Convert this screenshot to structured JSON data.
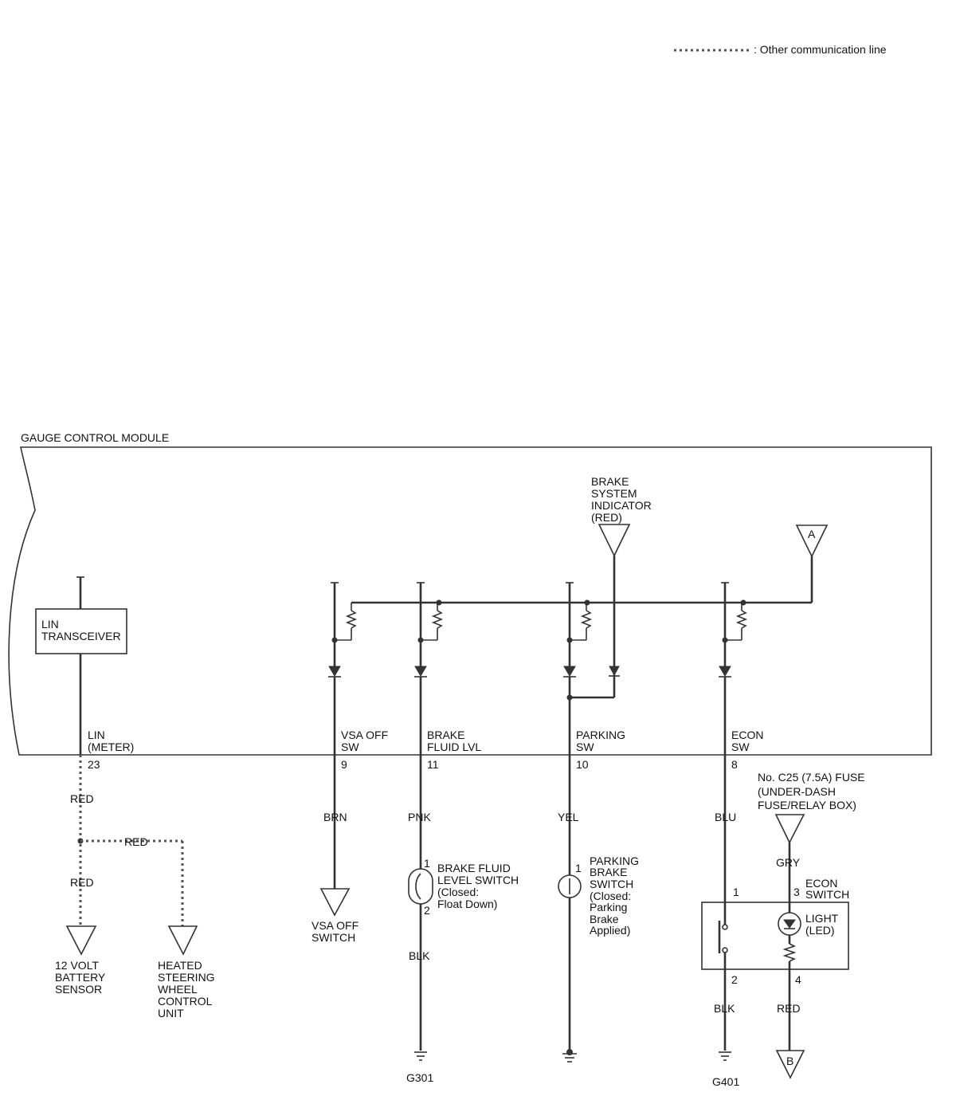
{
  "legend": {
    "label": ": Other communication line"
  },
  "module": {
    "title": "GAUGE CONTROL MODULE",
    "lin_transceiver": [
      "LIN",
      "TRANSCEIVER"
    ],
    "brake_system_indicator": [
      "BRAKE",
      "SYSTEM",
      "INDICATOR",
      "(RED)"
    ],
    "connector_a": "A"
  },
  "pins": [
    {
      "label": [
        "LIN",
        "(METER)"
      ],
      "number": "23",
      "wire": "RED"
    },
    {
      "label": [
        "VSA OFF",
        "SW"
      ],
      "number": "9",
      "wire": "BRN"
    },
    {
      "label": [
        "BRAKE",
        "FLUID LVL"
      ],
      "number": "11",
      "wire": "PNK"
    },
    {
      "label": [
        "PARKING",
        "SW"
      ],
      "number": "10",
      "wire": "YEL"
    },
    {
      "label": [
        "ECON",
        "SW"
      ],
      "number": "8",
      "wire": "BLU"
    }
  ],
  "lin_branch": {
    "wire_mid": "RED",
    "wire_lower": "RED",
    "battery_sensor": [
      "12 VOLT",
      "BATTERY",
      "SENSOR"
    ],
    "heated_wheel": [
      "HEATED",
      "STEERING",
      "WHEEL",
      "CONTROL",
      "UNIT"
    ]
  },
  "vsa_switch": [
    "VSA OFF",
    "SWITCH"
  ],
  "brake_fluid_switch": {
    "pin_top": "1",
    "pin_bottom": "2",
    "label": [
      "BRAKE FLUID",
      "LEVEL SWITCH",
      "(Closed:",
      "Float Down)"
    ],
    "wire_ground": "BLK",
    "ground": "G301"
  },
  "parking_switch": {
    "pin": "1",
    "label": [
      "PARKING",
      "BRAKE",
      "SWITCH",
      "(Closed:",
      "Parking",
      "Brake",
      "Applied)"
    ]
  },
  "econ": {
    "fuse": [
      "No. C25 (7.5A) FUSE",
      "(UNDER-DASH",
      "FUSE/RELAY BOX)"
    ],
    "fuse_wire": "GRY",
    "switch_label": [
      "ECON",
      "SWITCH"
    ],
    "light_label": [
      "LIGHT",
      "(LED)"
    ],
    "pin1": "1",
    "pin2": "2",
    "pin3": "3",
    "pin4": "4",
    "wire_ground": "BLK",
    "ground": "G401",
    "wire_red": "RED",
    "connector_b": "B"
  }
}
